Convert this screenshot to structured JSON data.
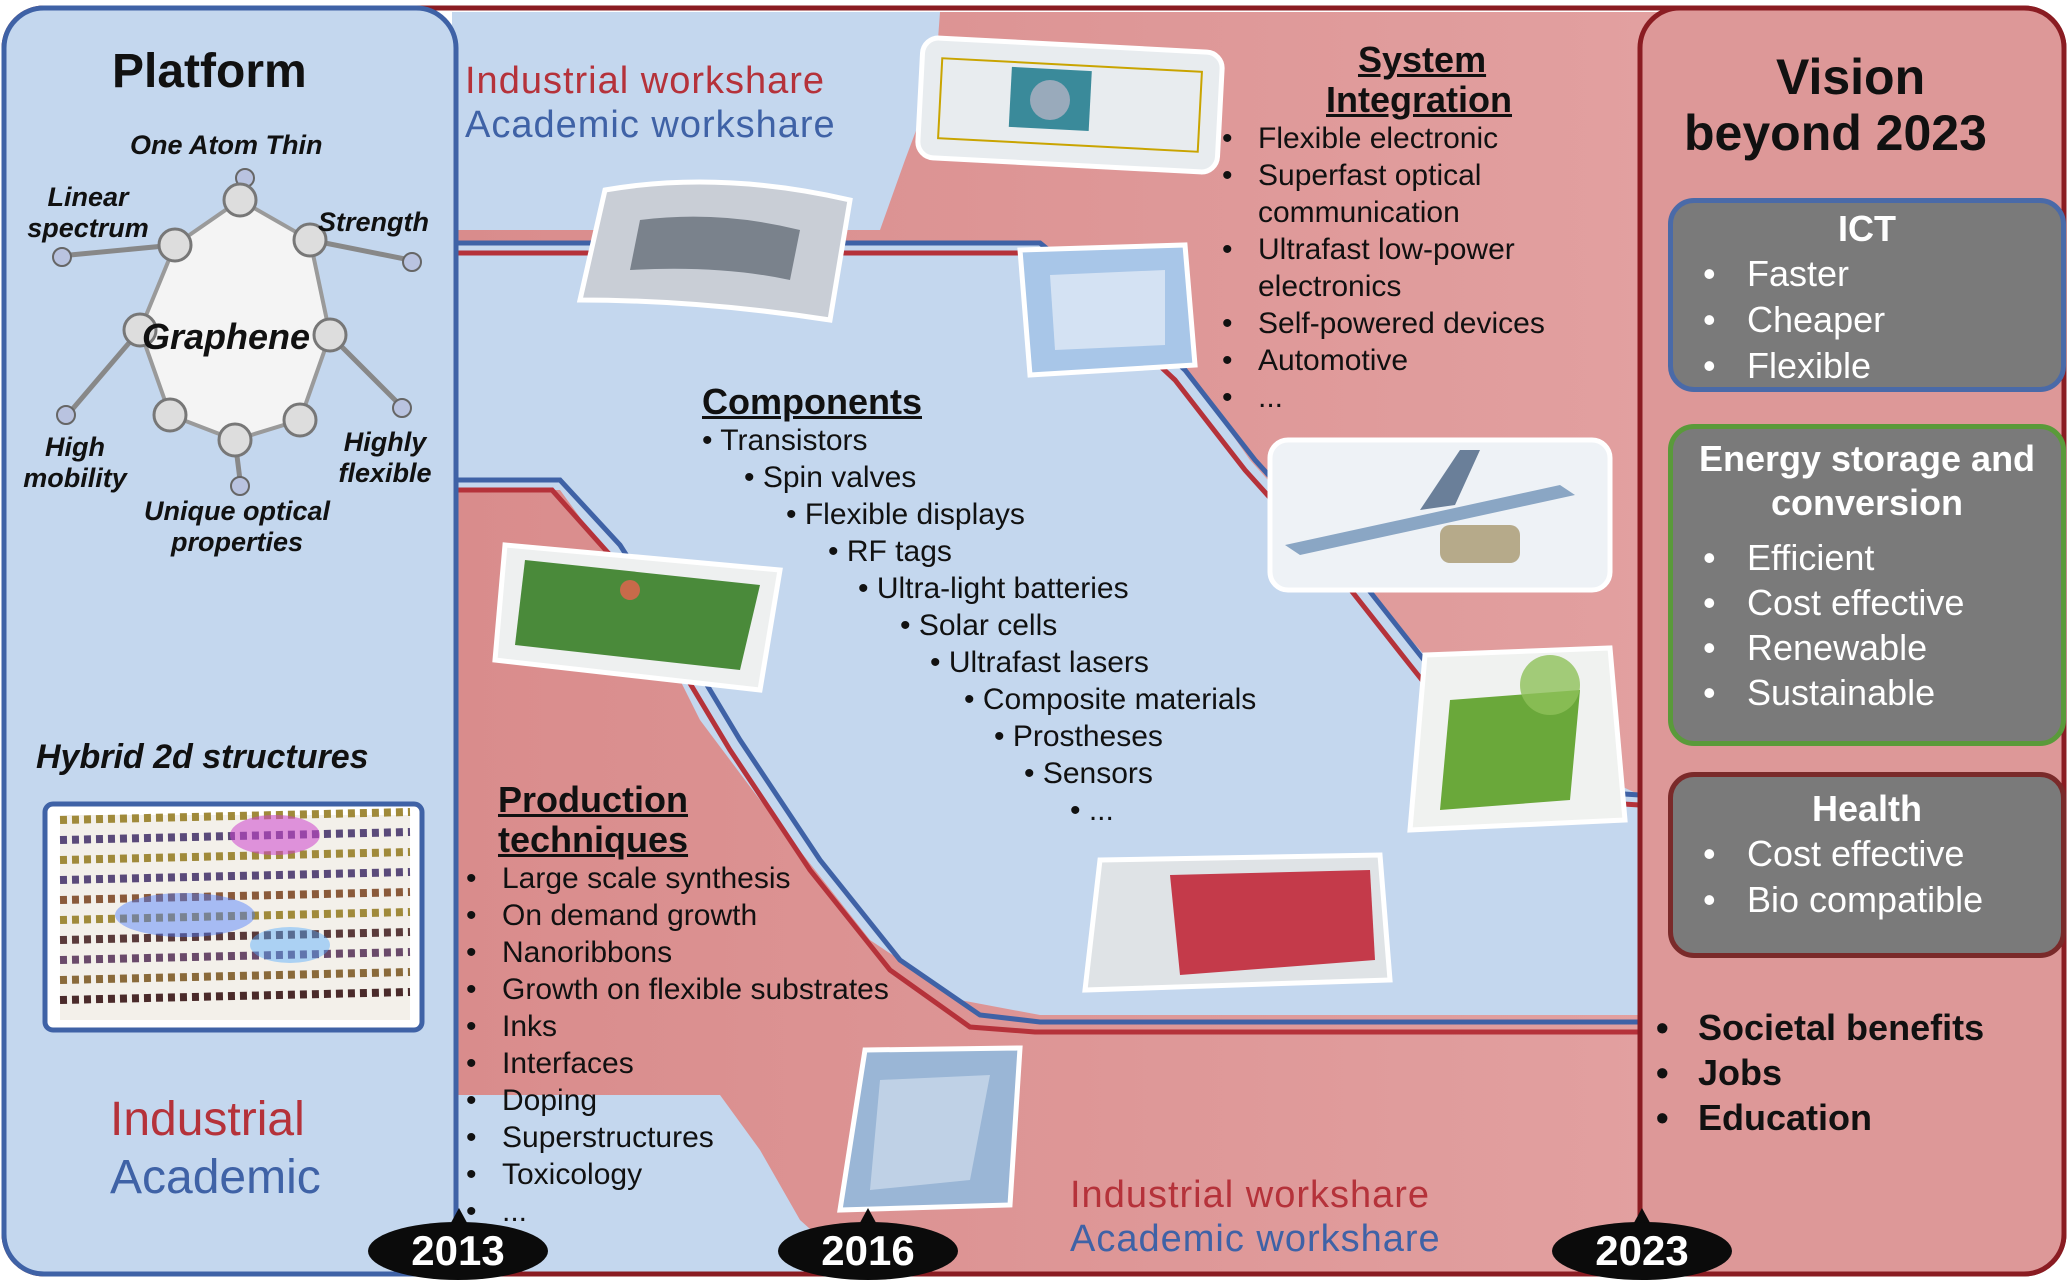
{
  "platform": {
    "title": "Platform",
    "center": "Graphene",
    "properties": [
      "One Atom Thin",
      "Strength",
      "Linear spectrum",
      "Highly flexible",
      "High mobility",
      "Unique optical properties"
    ],
    "hybrid_title": "Hybrid 2d structures",
    "legend_industrial": "Industrial",
    "legend_academic": "Academic"
  },
  "workshare": {
    "industrial": "Industrial workshare",
    "academic": "Academic workshare"
  },
  "system_integration": {
    "title_line1": "System",
    "title_line2": "Integration",
    "items": [
      "Flexible electronic",
      "Superfast optical",
      "communication",
      "Ultrafast low-power",
      "electronics",
      "Self-powered devices",
      "Automotive",
      "..."
    ]
  },
  "components": {
    "title": "Components",
    "items": [
      "Transistors",
      "Spin valves",
      "Flexible displays",
      "RF tags",
      "Ultra-light batteries",
      "Solar cells",
      "Ultrafast lasers",
      "Composite materials",
      "Prostheses",
      "Sensors",
      "..."
    ]
  },
  "production": {
    "title_line1": "Production",
    "title_line2": "techniques",
    "items": [
      "Large scale synthesis",
      "On demand growth",
      "Nanoribbons",
      "Growth on flexible substrates",
      "Inks",
      "Interfaces",
      "Doping",
      "Superstructures",
      "Toxicology",
      "..."
    ]
  },
  "vision": {
    "title_line1": "Vision",
    "title_line2": "beyond 2023",
    "boxes": [
      {
        "title": "ICT",
        "items": [
          "Faster",
          "Cheaper",
          "Flexible"
        ],
        "border": "#4a6aa8"
      },
      {
        "title": "Energy storage and conversion",
        "items": [
          "Efficient",
          "Cost effective",
          "Renewable",
          "Sustainable"
        ],
        "border": "#5a9a3a"
      },
      {
        "title": "Health",
        "items": [
          "Cost effective",
          "Bio compatible"
        ],
        "border": "#7a2a2a"
      }
    ],
    "benefits": [
      "Societal benefits",
      "Jobs",
      "Education"
    ]
  },
  "timeline": [
    "2013",
    "2016",
    "2023"
  ],
  "colors": {
    "industrial": "#b5323a",
    "academic": "#3f62a6",
    "pink": "#dd9898",
    "blue": "#c4d7ee",
    "box_gray": "#7a7a7a"
  },
  "images": [
    "circuit-chip-image",
    "flexible-film-image",
    "transparent-film-image",
    "bent-display-image",
    "airplane-car-image",
    "flexible-phone-image",
    "red-fibers-image",
    "glove-film-image",
    "hybrid-lattice-image"
  ]
}
